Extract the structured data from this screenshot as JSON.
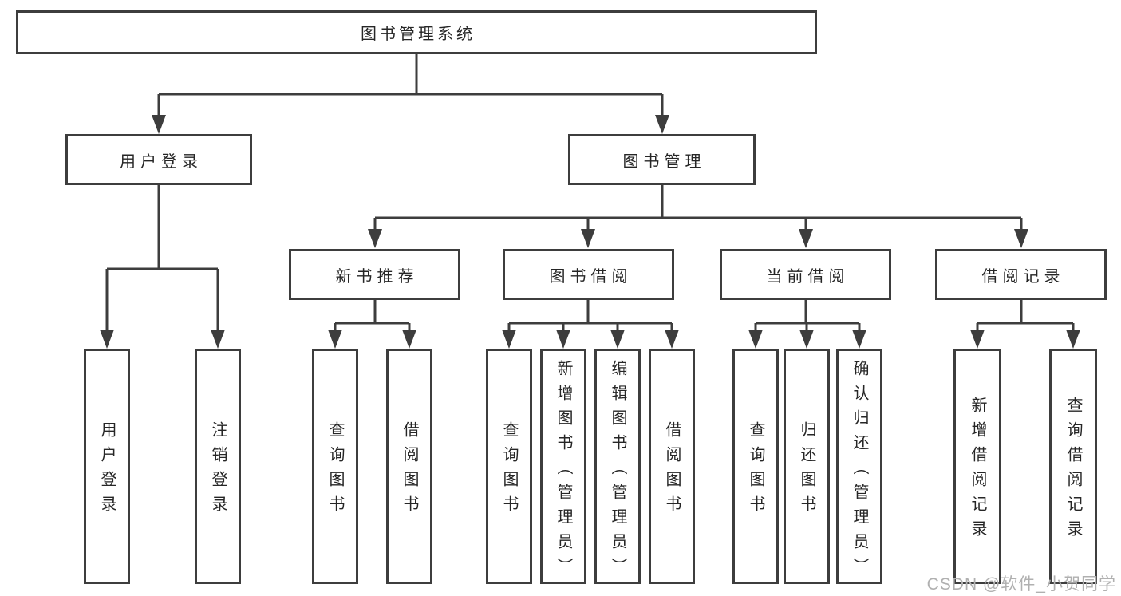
{
  "tree": {
    "root": {
      "label": "图书管理系统"
    },
    "children": [
      {
        "label": "用户登录",
        "children": [
          {
            "label": "用户登录"
          },
          {
            "label": "注销登录"
          }
        ]
      },
      {
        "label": "图书管理",
        "children": [
          {
            "label": "新书推荐",
            "children": [
              {
                "label": "查询图书"
              },
              {
                "label": "借阅图书"
              }
            ]
          },
          {
            "label": "图书借阅",
            "children": [
              {
                "label": "查询图书"
              },
              {
                "label": "新增图书（管理员）"
              },
              {
                "label": "编辑图书（管理员）"
              },
              {
                "label": "借阅图书"
              }
            ]
          },
          {
            "label": "当前借阅",
            "children": [
              {
                "label": "查询图书"
              },
              {
                "label": "归还图书"
              },
              {
                "label": "确认归还（管理员）"
              }
            ]
          },
          {
            "label": "借阅记录",
            "children": [
              {
                "label": "新增借阅记录"
              },
              {
                "label": "查询借阅记录"
              }
            ]
          }
        ]
      }
    ]
  },
  "watermark": "CSDN @软件_小贺同学",
  "colors": {
    "border": "#3d3d3d",
    "line": "#3d3d3d",
    "text": "#262626",
    "watermark": "#b0b0b0",
    "background": "#ffffff"
  }
}
